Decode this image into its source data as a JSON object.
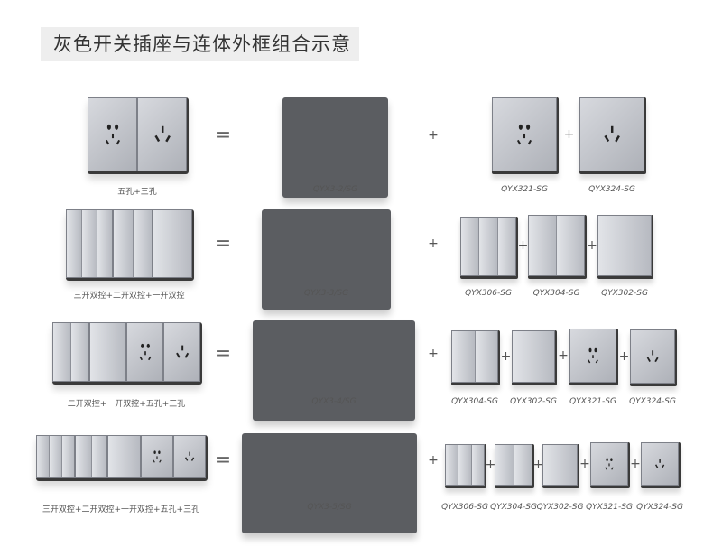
{
  "title": "灰色开关插座与连体外框组合示意",
  "operators": {
    "equals": "=",
    "plus": "+"
  },
  "rows": [
    {
      "combo_label": "五孔+三孔",
      "combo": [
        "socket5",
        "socket3"
      ],
      "frame_label": "QYX3-2/SG",
      "frame_slots": 2,
      "modules": [
        {
          "type": "socket5",
          "label": "QYX321-SG"
        },
        {
          "type": "socket3",
          "label": "QYX324-SG"
        }
      ]
    },
    {
      "combo_label": "三开双控+二开双控+一开双控",
      "combo": [
        "switch3",
        "switch2",
        "switch1"
      ],
      "frame_label": "QYX3-3/SG",
      "frame_slots": 3,
      "modules": [
        {
          "type": "switch3",
          "label": "QYX306-SG"
        },
        {
          "type": "switch2",
          "label": "QYX304-SG"
        },
        {
          "type": "switch1",
          "label": "QYX302-SG"
        }
      ]
    },
    {
      "combo_label": "二开双控+一开双控+五孔+三孔",
      "combo": [
        "switch2",
        "switch1",
        "socket5",
        "socket3"
      ],
      "frame_label": "QYX3-4/SG",
      "frame_slots": 4,
      "modules": [
        {
          "type": "switch2",
          "label": "QYX304-SG"
        },
        {
          "type": "switch1",
          "label": "QYX302-SG"
        },
        {
          "type": "socket5",
          "label": "QYX321-SG"
        },
        {
          "type": "socket3",
          "label": "QYX324-SG"
        }
      ]
    },
    {
      "combo_label": "三开双控+二开双控+一开双控+五孔+三孔",
      "combo": [
        "switch3",
        "switch2",
        "switch1",
        "socket5",
        "socket3"
      ],
      "frame_label": "QYX3-5/SG",
      "frame_slots": 5,
      "modules": [
        {
          "type": "switch3",
          "label": "QYX306-SG"
        },
        {
          "type": "switch2",
          "label": "QYX304-SG"
        },
        {
          "type": "switch1",
          "label": "QYX302-SG"
        },
        {
          "type": "socket5",
          "label": "QYX321-SG"
        },
        {
          "type": "socket3",
          "label": "QYX324-SG"
        }
      ]
    }
  ]
}
